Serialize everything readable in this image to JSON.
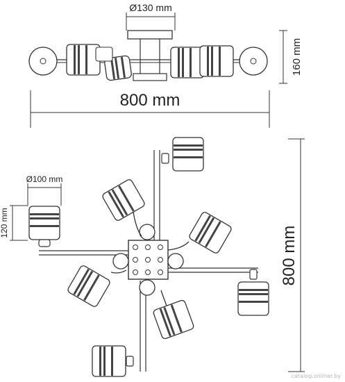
{
  "labels": {
    "canopy_diameter": "Ø130 mm",
    "height": "160 mm",
    "width_total": "800 mm",
    "shade_diameter": "Ø100 mm",
    "shade_height": "120 mm",
    "length_total": "800 mm"
  },
  "watermark": "catalog.onliner.by",
  "colors": {
    "line": "#333333",
    "stripe": "#444444",
    "plate": "#ffffff"
  }
}
